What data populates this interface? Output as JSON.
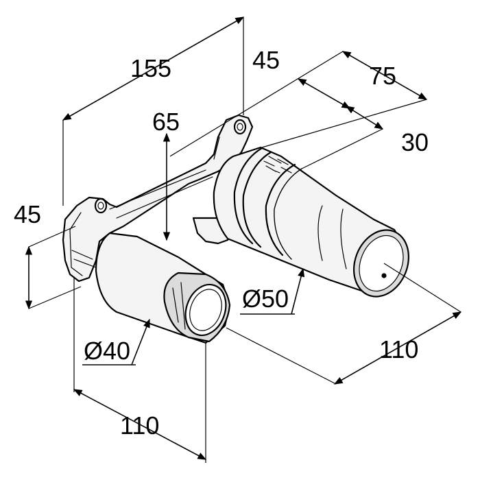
{
  "dimensions": {
    "width_total": "155",
    "depth_a": "45",
    "depth_b": "75",
    "depth_c": "30",
    "height_mid": "65",
    "height_left": "45",
    "dia_outlet": "Ø40",
    "dia_body": "Ø50",
    "length_front": "110",
    "length_right": "110"
  }
}
